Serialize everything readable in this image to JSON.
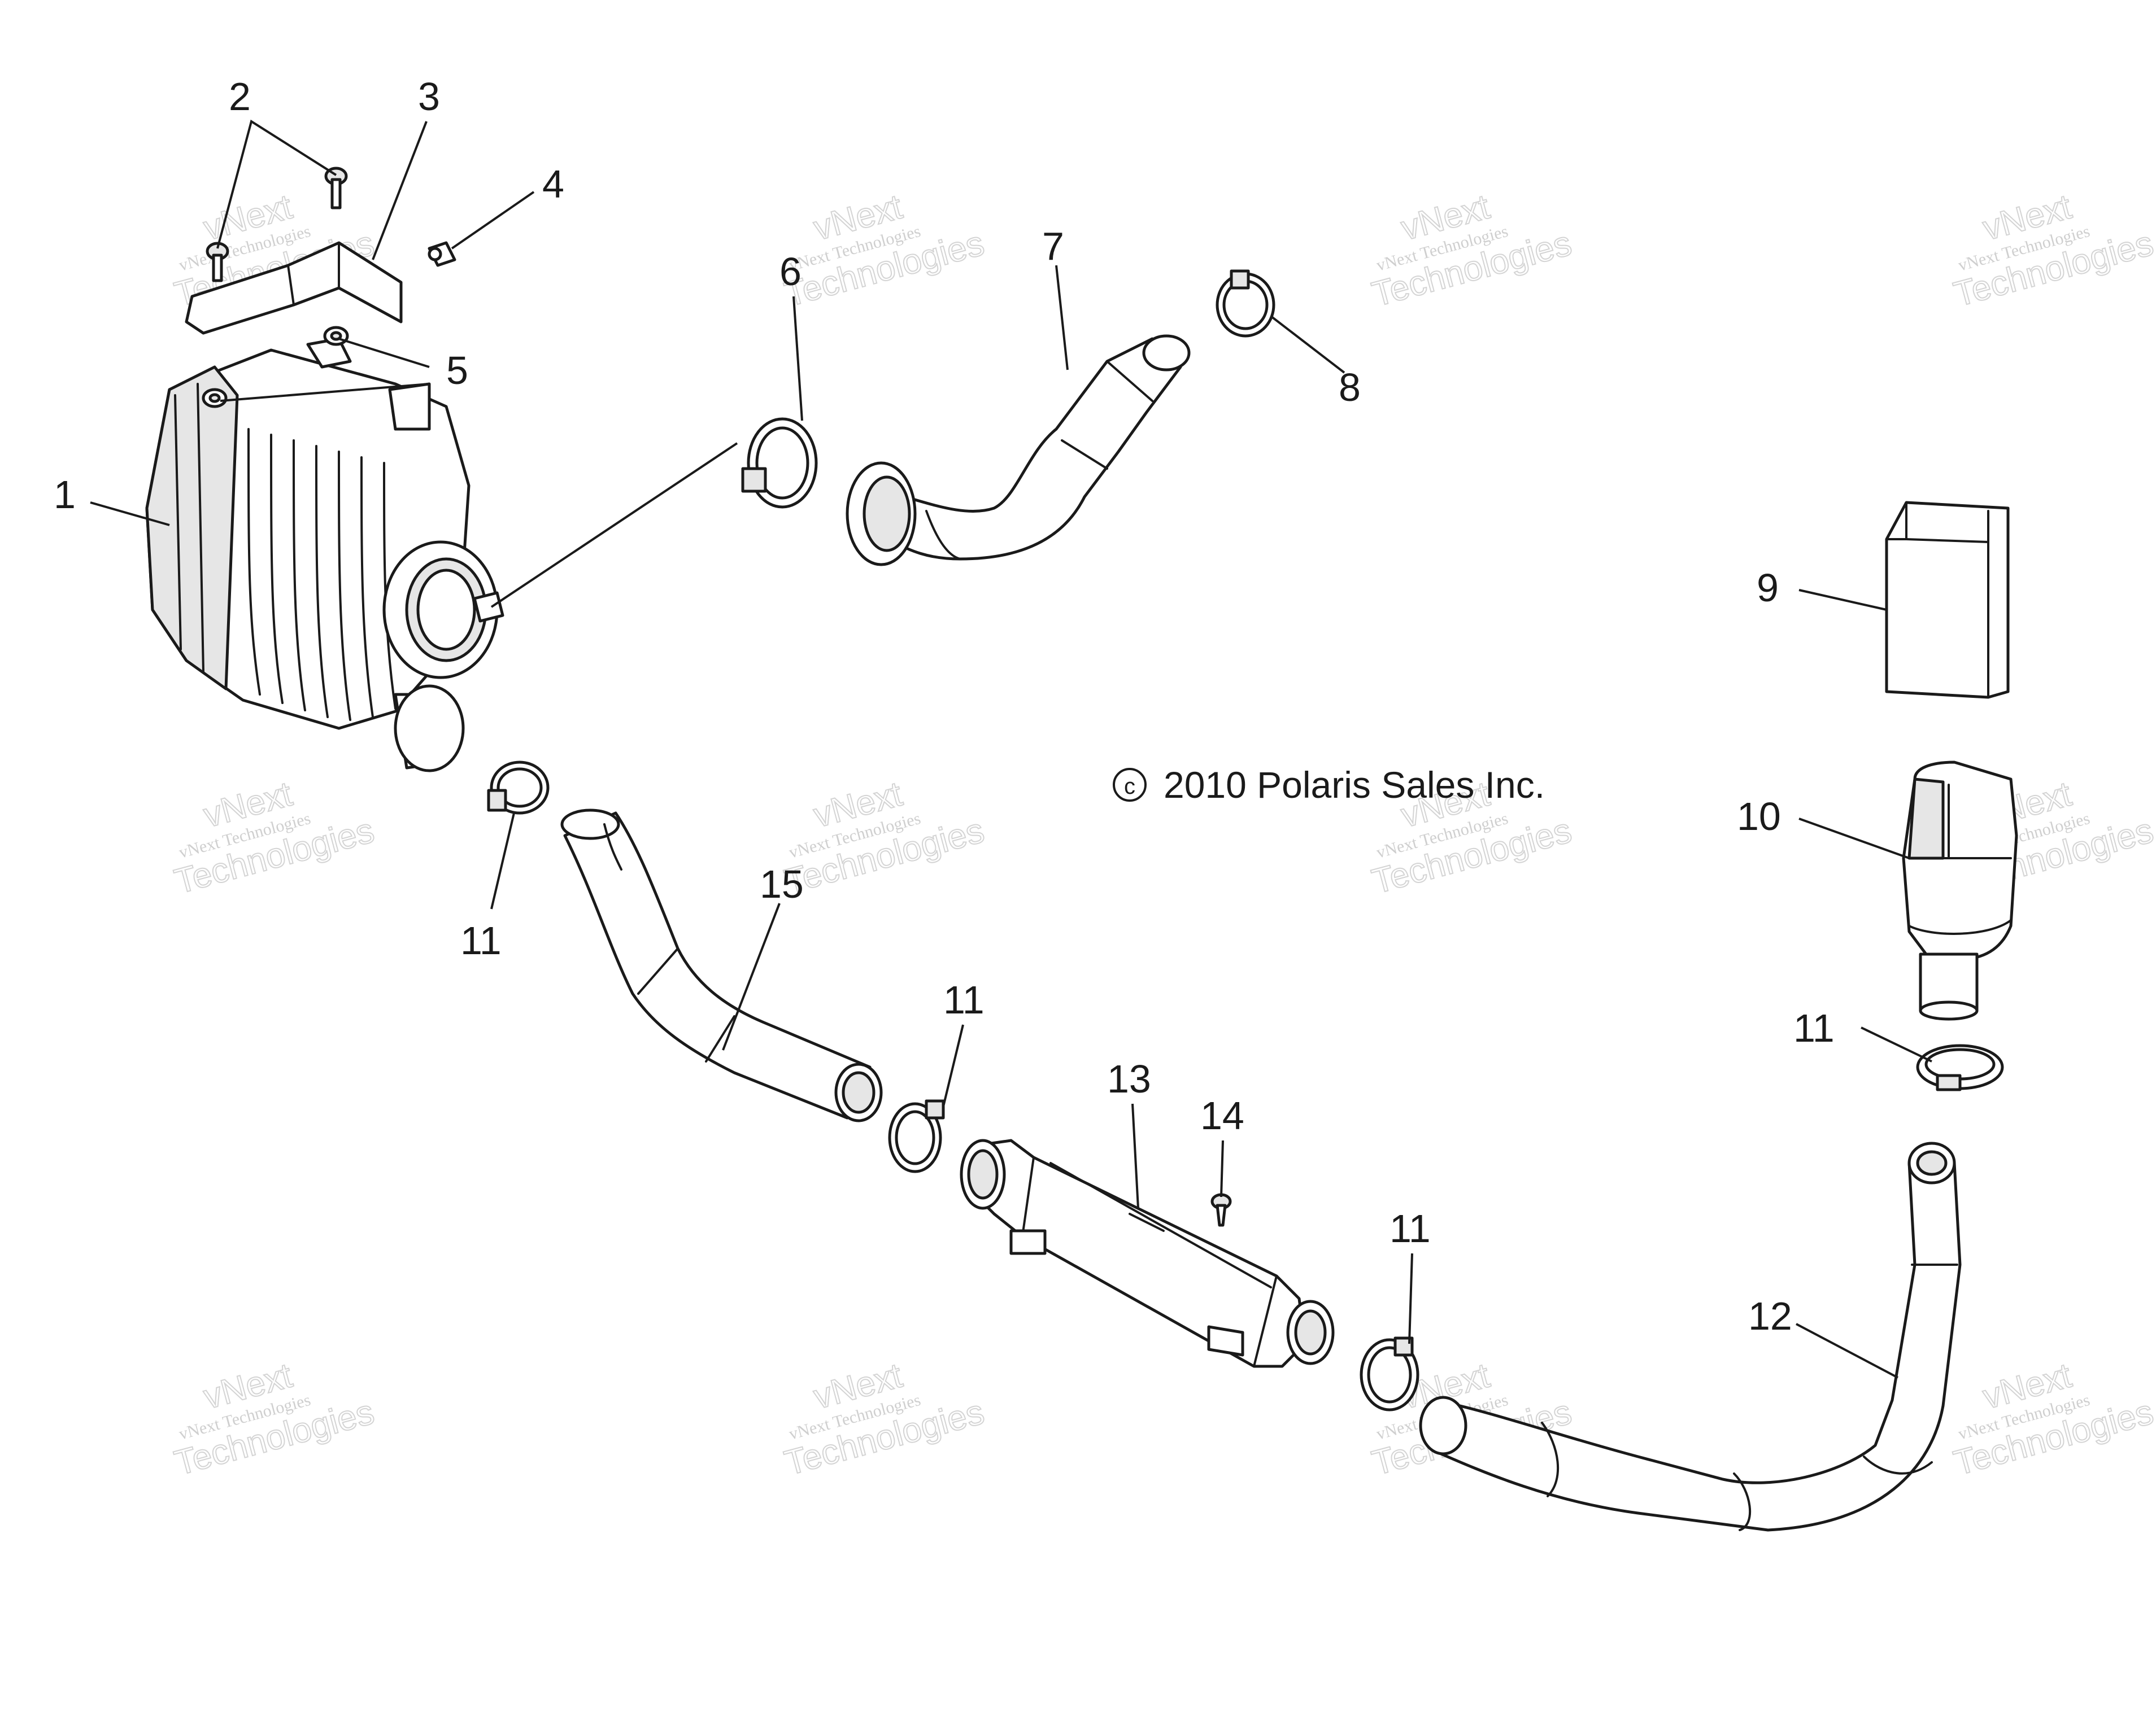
{
  "copyright": {
    "symbol": "c",
    "text": "2010 Polaris Sales Inc."
  },
  "watermark": {
    "line1": "vNext Technologies",
    "line2": "vNext",
    "line3": "Technologies"
  },
  "callouts": [
    {
      "label": "1",
      "part": "air-box"
    },
    {
      "label": "2",
      "part": "bolt"
    },
    {
      "label": "3",
      "part": "bracket"
    },
    {
      "label": "4",
      "part": "push-rivet"
    },
    {
      "label": "5",
      "part": "nut"
    },
    {
      "label": "6",
      "part": "hose-clamp"
    },
    {
      "label": "7",
      "part": "intake-duct"
    },
    {
      "label": "8",
      "part": "hose-clamp"
    },
    {
      "label": "9",
      "part": "foam-block"
    },
    {
      "label": "10",
      "part": "intake-housing"
    },
    {
      "label": "11",
      "part": "hose-clamp"
    },
    {
      "label": "12",
      "part": "outlet-duct"
    },
    {
      "label": "13",
      "part": "resonator"
    },
    {
      "label": "14",
      "part": "screw"
    },
    {
      "label": "15",
      "part": "intake-duct"
    }
  ]
}
